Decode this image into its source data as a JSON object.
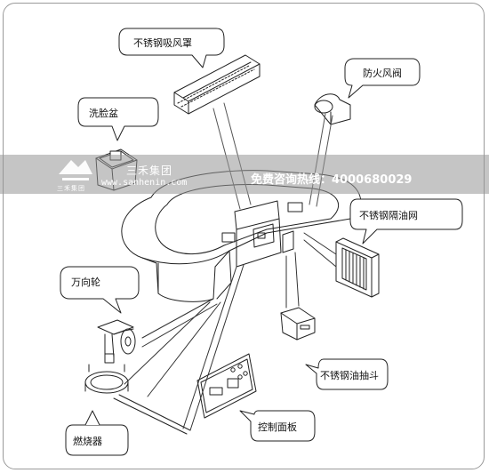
{
  "labels": {
    "hood": "不锈钢吸风罩",
    "damper": "防火风阀",
    "basin": "洗脸盆",
    "grease_filter": "不锈钢隔油网",
    "caster": "万向轮",
    "oil_drawer": "不锈钢油抽斗",
    "control_panel": "控制面板",
    "burner": "燃烧器"
  },
  "watermark": {
    "brand": "三禾集团",
    "brand_small": "三禾集团",
    "url": "www.sanhenin.com",
    "hotline": "免费咨询热线：4000680029"
  },
  "colors": {
    "line": "#222222",
    "band": "#969696",
    "text_on_band": "#ffffff"
  }
}
